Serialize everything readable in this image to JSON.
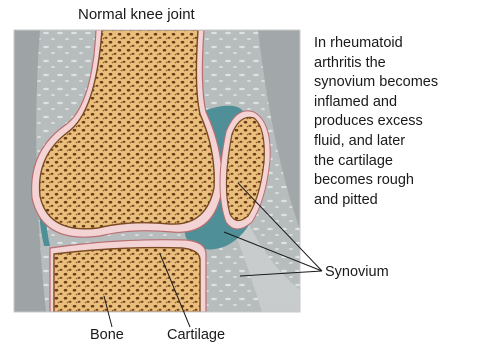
{
  "title": "Normal knee joint",
  "description_lines": [
    "In rheumatoid",
    "arthritis the",
    "synovium becomes",
    "inflamed and",
    "produces excess",
    "fluid, and later",
    "the cartilage",
    "becomes rough",
    "and pitted"
  ],
  "labels": {
    "synovium": "Synovium",
    "bone": "Bone",
    "cartilage": "Cartilage"
  },
  "colors": {
    "bone": "#e9bf7c",
    "bone_pores": "#6e3b1a",
    "cartilage": "#f3d3d4",
    "synovium_fluid": "#4f8f98",
    "tissue_background": "#b7bcbc",
    "leader_lines": "#1a1a1a"
  }
}
